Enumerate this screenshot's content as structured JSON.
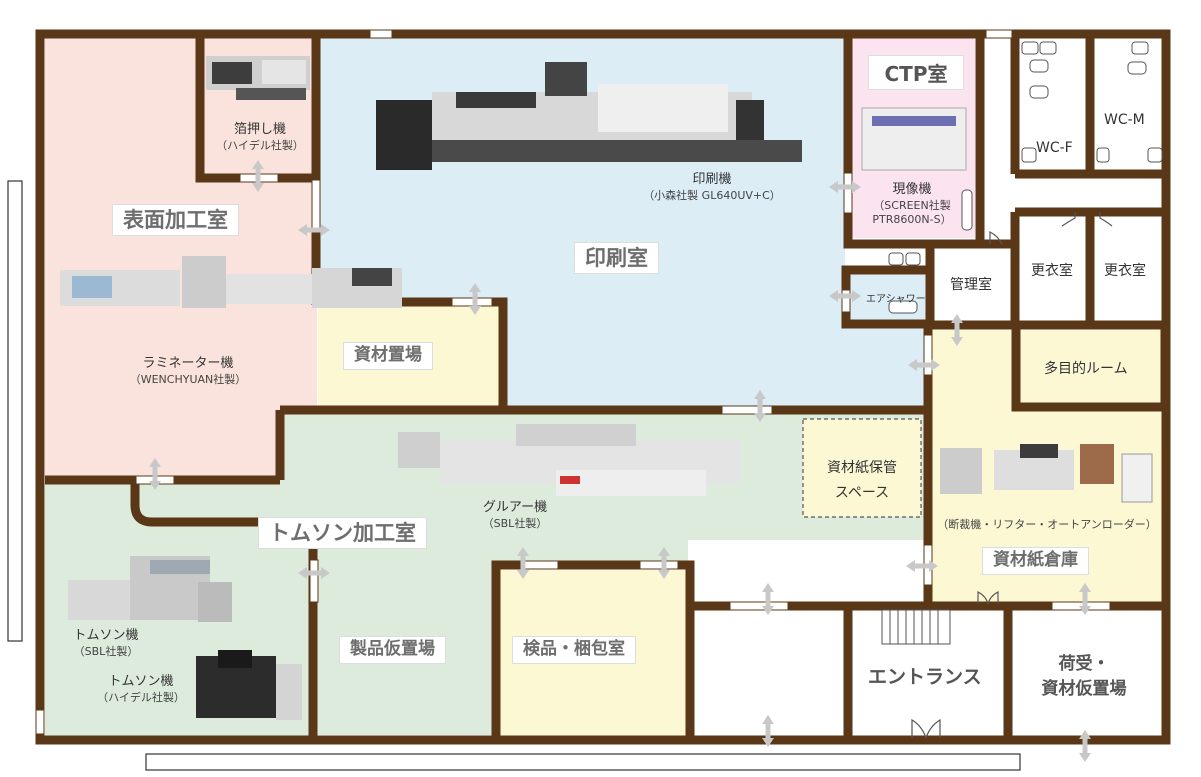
{
  "rooms": {
    "surface": "表面加工室",
    "print": "印刷室",
    "material_store": "資材置場",
    "thomson": "トムソン加工室",
    "product_temp": "製品仮置場",
    "inspection": "検品・梱包室",
    "paper_warehouse": "資材紙倉庫",
    "entrance": "エントランス",
    "receiving_line1": "荷受・",
    "receiving_line2": "資材仮置場",
    "ctp": "CTP室",
    "wc_f": "WC-F",
    "wc_m": "WC-M",
    "management": "管理室",
    "locker1": "更衣室",
    "locker2": "更衣室",
    "multipurpose": "多目的ルーム",
    "air_shower": "エアシャワー",
    "paper_storage_line1": "資材紙保管",
    "paper_storage_line2": "スペース"
  },
  "machines": {
    "foil_name": "箔押し機",
    "foil_maker": "（ハイデル社製）",
    "press_name": "印刷機",
    "press_maker": "（小森社製 GL640UV+C）",
    "developer_name": "現像機",
    "developer_maker1": "（SCREEN社製",
    "developer_maker2": "PTR8600N-S）",
    "laminator_name": "ラミネーター機",
    "laminator_maker": "（WENCHYUAN社製）",
    "gluer_name": "グルアー機",
    "gluer_maker": "（SBL社製）",
    "thomson1_name": "トムソン機",
    "thomson1_maker": "（SBL社製）",
    "thomson2_name": "トムソン機",
    "thomson2_maker": "（ハイデル社製）",
    "cutter_note": "（断裁機・リフター・オートアンローダー）"
  },
  "colors": {
    "wall": "#5a3716",
    "pink": "#fbe3dd",
    "blue": "#dcedf5",
    "green": "#dcebdc",
    "yellow": "#fdf8d4",
    "ctp_pink": "#fbe3ef",
    "arrow": "#c8c8c8"
  }
}
